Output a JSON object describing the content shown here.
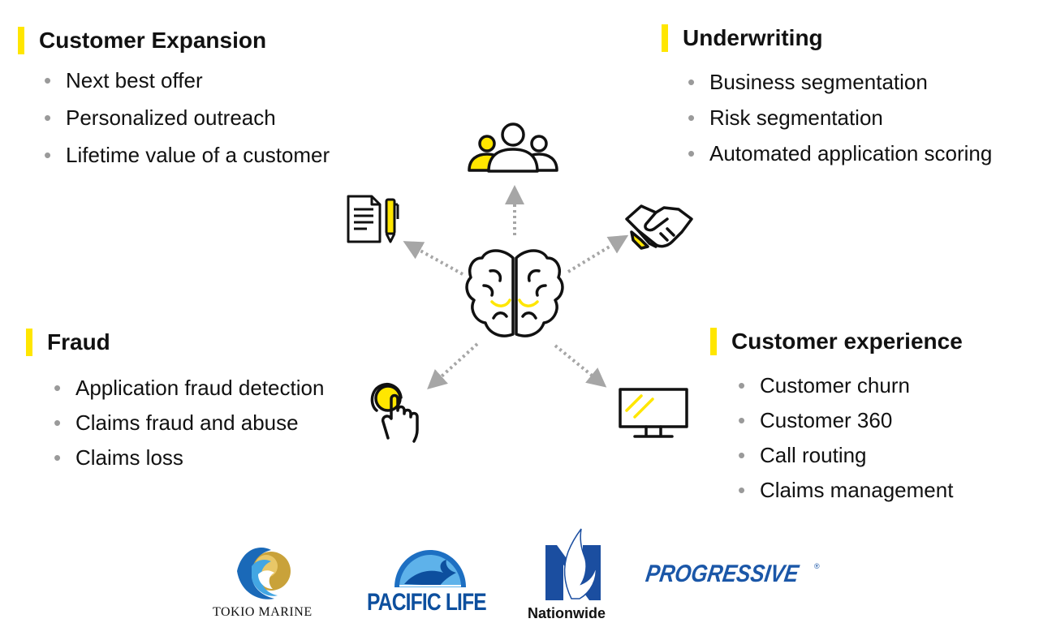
{
  "sections": {
    "customer_expansion": {
      "title": "Customer Expansion",
      "items": [
        "Next best offer",
        "Personalized outreach",
        "Lifetime value of a customer"
      ]
    },
    "underwriting": {
      "title": "Underwriting",
      "items": [
        "Business segmentation",
        "Risk segmentation",
        "Automated application scoring"
      ]
    },
    "fraud": {
      "title": "Fraud",
      "items": [
        "Application fraud detection",
        "Claims fraud and abuse",
        "Claims loss"
      ]
    },
    "customer_experience": {
      "title": "Customer experience",
      "items": [
        "Customer churn",
        "Customer 360",
        "Call routing",
        "Claims management"
      ]
    }
  },
  "icons": [
    "brain-icon",
    "people-icon",
    "document-pen-icon",
    "handshake-icon",
    "touch-icon",
    "monitor-icon"
  ],
  "logos": {
    "tokio_marine": "TOKIO MARINE",
    "pacific_life": "PACIFIC LIFE",
    "nationwide": "Nationwide",
    "progressive": "PROGRESSIVE"
  },
  "colors": {
    "accent": "#ffe600",
    "text": "#111111",
    "bullet": "#9a9a9a",
    "arrow": "#a6a6a6"
  }
}
